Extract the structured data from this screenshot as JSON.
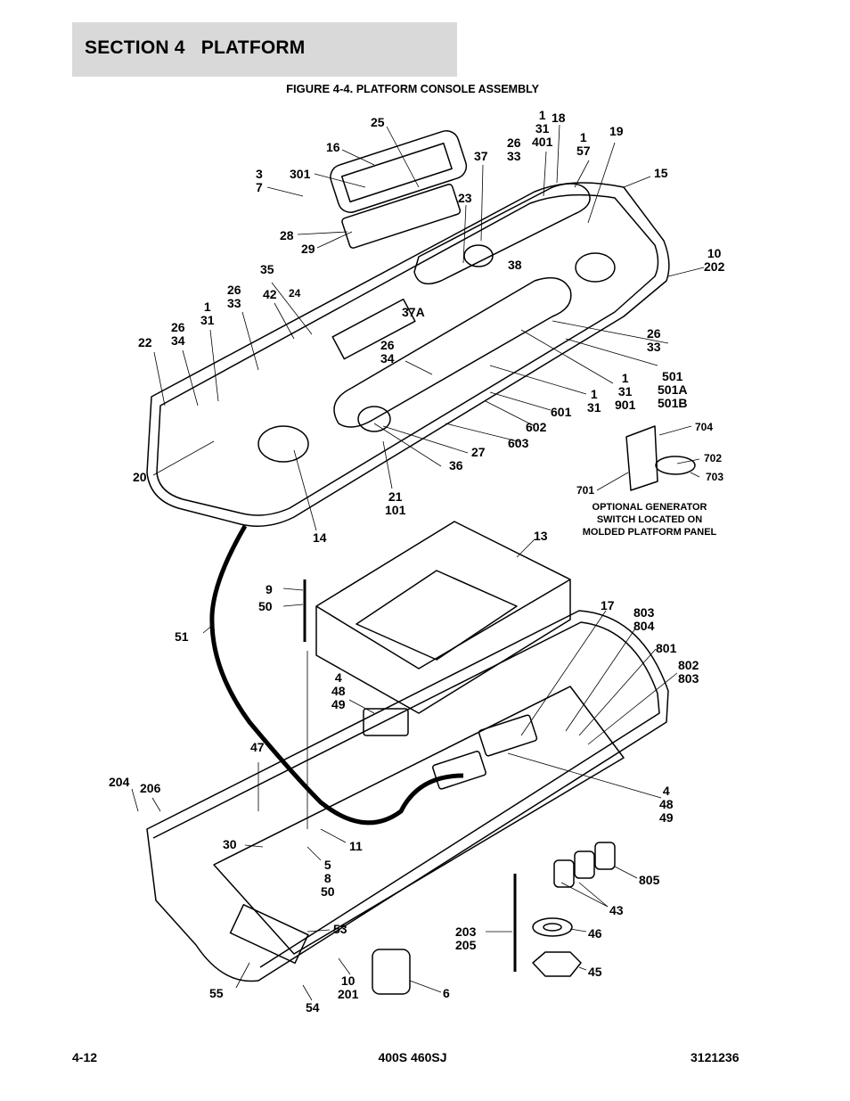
{
  "header": {
    "section": "SECTION 4   PLATFORM"
  },
  "figure": {
    "number": "FIGURE 4-4.",
    "title": "PLATFORM CONSOLE ASSEMBLY"
  },
  "callouts": [
    {
      "id": "c25",
      "text": "25"
    },
    {
      "id": "c16",
      "text": "16"
    },
    {
      "id": "c301",
      "text": "301"
    },
    {
      "id": "c3-7",
      "text": "3\n7"
    },
    {
      "id": "c1-31-401",
      "text": "1\n31\n401"
    },
    {
      "id": "c18",
      "text": "18"
    },
    {
      "id": "c26-33-top",
      "text": "26\n33"
    },
    {
      "id": "c1-57",
      "text": "1\n57"
    },
    {
      "id": "c19",
      "text": "19"
    },
    {
      "id": "c37",
      "text": "37"
    },
    {
      "id": "c15",
      "text": "15"
    },
    {
      "id": "c23",
      "text": "23"
    },
    {
      "id": "c28",
      "text": "28"
    },
    {
      "id": "c29",
      "text": "29"
    },
    {
      "id": "c38",
      "text": "38"
    },
    {
      "id": "c10-202",
      "text": "10\n202"
    },
    {
      "id": "c35",
      "text": "35"
    },
    {
      "id": "c42",
      "text": "42"
    },
    {
      "id": "c24",
      "text": "24"
    },
    {
      "id": "c26-33-left",
      "text": "26\n33"
    },
    {
      "id": "c1-31-left",
      "text": "1\n31"
    },
    {
      "id": "c37A",
      "text": "37A"
    },
    {
      "id": "c26-34-left",
      "text": "26\n34"
    },
    {
      "id": "c22",
      "text": "22"
    },
    {
      "id": "c26-33-right",
      "text": "26\n33"
    },
    {
      "id": "c26-34-mid",
      "text": "26\n34"
    },
    {
      "id": "c1-31-901",
      "text": "1\n31\n901"
    },
    {
      "id": "c501",
      "text": "501\n501A\n501B"
    },
    {
      "id": "c1-31-mid",
      "text": "1\n31"
    },
    {
      "id": "c601",
      "text": "601"
    },
    {
      "id": "c602",
      "text": "602"
    },
    {
      "id": "c603",
      "text": "603"
    },
    {
      "id": "c27",
      "text": "27"
    },
    {
      "id": "c36",
      "text": "36"
    },
    {
      "id": "c20",
      "text": "20"
    },
    {
      "id": "c21-101",
      "text": "21\n101"
    },
    {
      "id": "c14",
      "text": "14"
    },
    {
      "id": "c704",
      "text": "704"
    },
    {
      "id": "c702",
      "text": "702"
    },
    {
      "id": "c703",
      "text": "703"
    },
    {
      "id": "c701",
      "text": "701"
    },
    {
      "id": "c13",
      "text": "13"
    },
    {
      "id": "c9",
      "text": "9"
    },
    {
      "id": "c50",
      "text": "50"
    },
    {
      "id": "c51",
      "text": "51"
    },
    {
      "id": "c17",
      "text": "17"
    },
    {
      "id": "c803-804",
      "text": "803\n804"
    },
    {
      "id": "c801",
      "text": "801"
    },
    {
      "id": "c802-803",
      "text": "802\n803"
    },
    {
      "id": "c4-48-49-left",
      "text": "4\n48\n49"
    },
    {
      "id": "c47",
      "text": "47"
    },
    {
      "id": "c4-48-49-right",
      "text": "4\n48\n49"
    },
    {
      "id": "c204",
      "text": "204"
    },
    {
      "id": "c206",
      "text": "206"
    },
    {
      "id": "c30",
      "text": "30"
    },
    {
      "id": "c11",
      "text": "11"
    },
    {
      "id": "c5-8-50",
      "text": "5\n8\n50"
    },
    {
      "id": "c805",
      "text": "805"
    },
    {
      "id": "c43",
      "text": "43"
    },
    {
      "id": "c53",
      "text": "53"
    },
    {
      "id": "c203-205",
      "text": "203\n205"
    },
    {
      "id": "c46",
      "text": "46"
    },
    {
      "id": "c45",
      "text": "45"
    },
    {
      "id": "c55",
      "text": "55"
    },
    {
      "id": "c10-201",
      "text": "10\n201"
    },
    {
      "id": "c6",
      "text": "6"
    },
    {
      "id": "c54",
      "text": "54"
    }
  ],
  "optional_note": {
    "line1": "OPTIONAL GENERATOR",
    "line2": "SWITCH LOCATED ON",
    "line3": "MOLDED PLATFORM PANEL"
  },
  "footer": {
    "page": "4-12",
    "model": "400S 460SJ",
    "doc_number": "3121236"
  }
}
